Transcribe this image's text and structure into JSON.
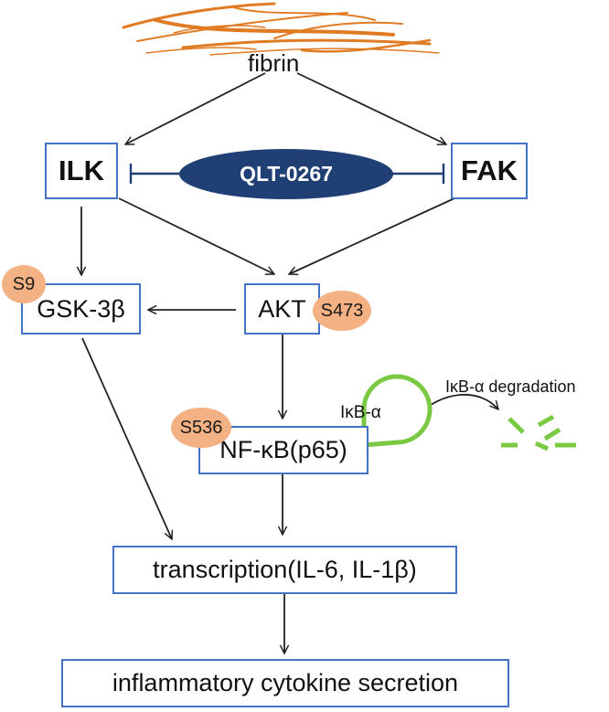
{
  "nodes": {
    "fibrin": "fibrin",
    "ilk": "ILK",
    "fak": "FAK",
    "drug": "QLT-0267",
    "gsk": "GSK-3β",
    "akt": "AKT",
    "nfkb": "NF-κB(p65)",
    "ikb": "IκB-α",
    "degradation": "IκB-α degradation",
    "transcription": "transcription(IL-6, IL-1β)",
    "secretion": "inflammatory cytokine secretion"
  },
  "sites": {
    "gsk": "S9",
    "akt": "S473",
    "nfkb": "S536"
  },
  "colors": {
    "box_border": "#4472c4",
    "site_fill": "#f4b183",
    "drug_fill": "#1f3f75",
    "ikb_green": "#7ac943",
    "fibrin_orange": "#e07b24"
  }
}
